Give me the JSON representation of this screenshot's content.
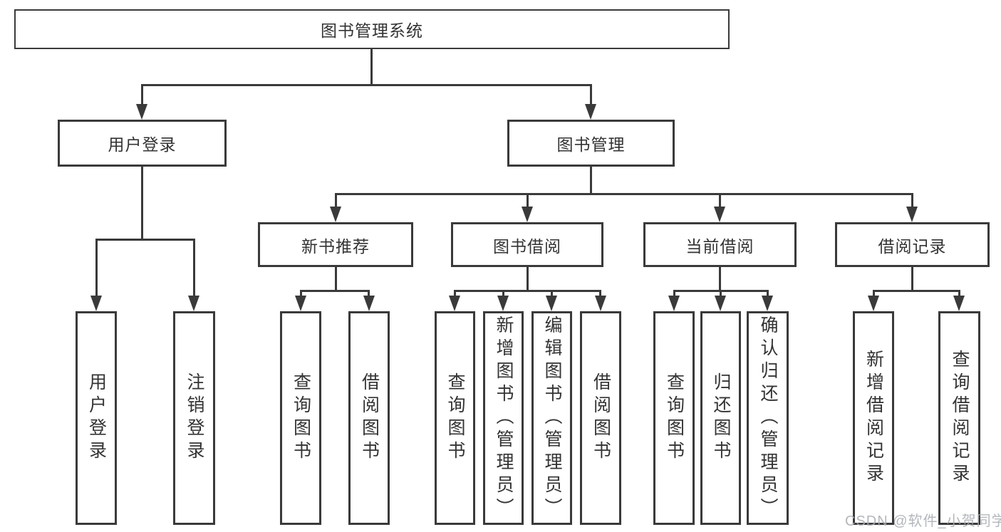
{
  "tree": {
    "root": {
      "label": "图书管理系统",
      "children": [
        {
          "label": "用户登录",
          "children": [
            {
              "label": "用户登录"
            },
            {
              "label": "注销登录"
            }
          ]
        },
        {
          "label": "图书管理",
          "children": [
            {
              "label": "新书推荐",
              "children": [
                {
                  "label": "查询图书"
                },
                {
                  "label": "借阅图书"
                }
              ]
            },
            {
              "label": "图书借阅",
              "children": [
                {
                  "label": "查询图书"
                },
                {
                  "label": "新增图书（管理员）"
                },
                {
                  "label": "编辑图书（管理员）"
                },
                {
                  "label": "借阅图书"
                }
              ]
            },
            {
              "label": "当前借阅",
              "children": [
                {
                  "label": "查询图书"
                },
                {
                  "label": "归还图书"
                },
                {
                  "label": "确认归还（管理员）"
                }
              ]
            },
            {
              "label": "借阅记录",
              "children": [
                {
                  "label": "新增借阅记录"
                },
                {
                  "label": "查询借阅记录"
                }
              ]
            }
          ]
        }
      ]
    }
  },
  "watermark": {
    "text": "CSDN @软件_小贺同学"
  },
  "colors": {
    "line": "#3a3a3a",
    "border": "#3a3a3a",
    "text": "#333333",
    "watermark": "#a9aeb3",
    "background": "#ffffff"
  }
}
